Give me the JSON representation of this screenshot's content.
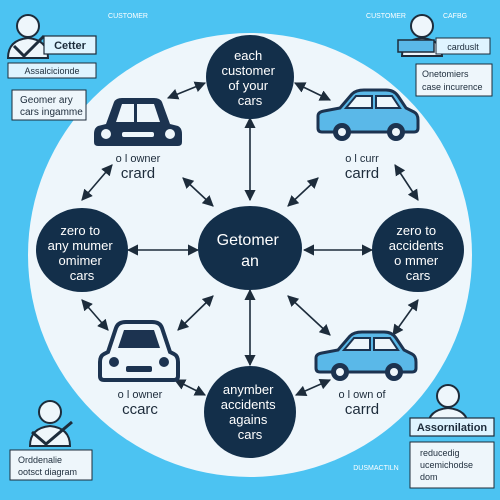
{
  "colors": {
    "background": "#4cc3f2",
    "circle": "#eef6fb",
    "node": "#132f4a",
    "node_text": "#ffffff",
    "line": "#1d2c3b",
    "car_dark": "#1c3350",
    "car_light": "#5ab8e8",
    "tag_bg": "#dff4ff"
  },
  "diagram": {
    "nodes": {
      "top": [
        "each",
        "customer",
        "of your",
        "cars"
      ],
      "center": [
        "Getomer",
        "an"
      ],
      "left": [
        "zero to",
        "any mumer",
        "omimer",
        "cars"
      ],
      "right": [
        "zero to",
        "accidents",
        "o mmer",
        "cars"
      ],
      "bottom": [
        "anymber",
        "accidents",
        "agains",
        "cars"
      ]
    },
    "captions": {
      "top_left": [
        "o l owner",
        "crard"
      ],
      "top_right": [
        "o l curr",
        "carrd"
      ],
      "bottom_left": [
        "o l owner",
        "ccarc"
      ],
      "bottom_right": [
        "o l own of",
        "carrd"
      ]
    }
  },
  "corners": {
    "top_left": {
      "tag_label": "Cetter",
      "name_label": "Assalcicionde",
      "description": [
        "Geomer ary",
        "cars ingamme"
      ],
      "icon": "person-check-icon"
    },
    "top_mid_label": "CUSTOMER",
    "top_right": {
      "small_label": "CUSTOMER",
      "tag_label": "CAFBG",
      "description": "carduslt",
      "insurance": [
        "Onetomiers",
        "case incurence"
      ],
      "icon": "person-desk-icon"
    },
    "bottom_left": {
      "description": [
        "Orddenalie",
        "ootsct diagram"
      ],
      "icon": "person-check-icon"
    },
    "bottom_right": {
      "small_label": "DUSMACTILN",
      "tag_label": "Assornilation",
      "description": [
        "reducedig",
        "ucemichodse",
        "dom"
      ],
      "icon": "person-desk-icon"
    }
  }
}
